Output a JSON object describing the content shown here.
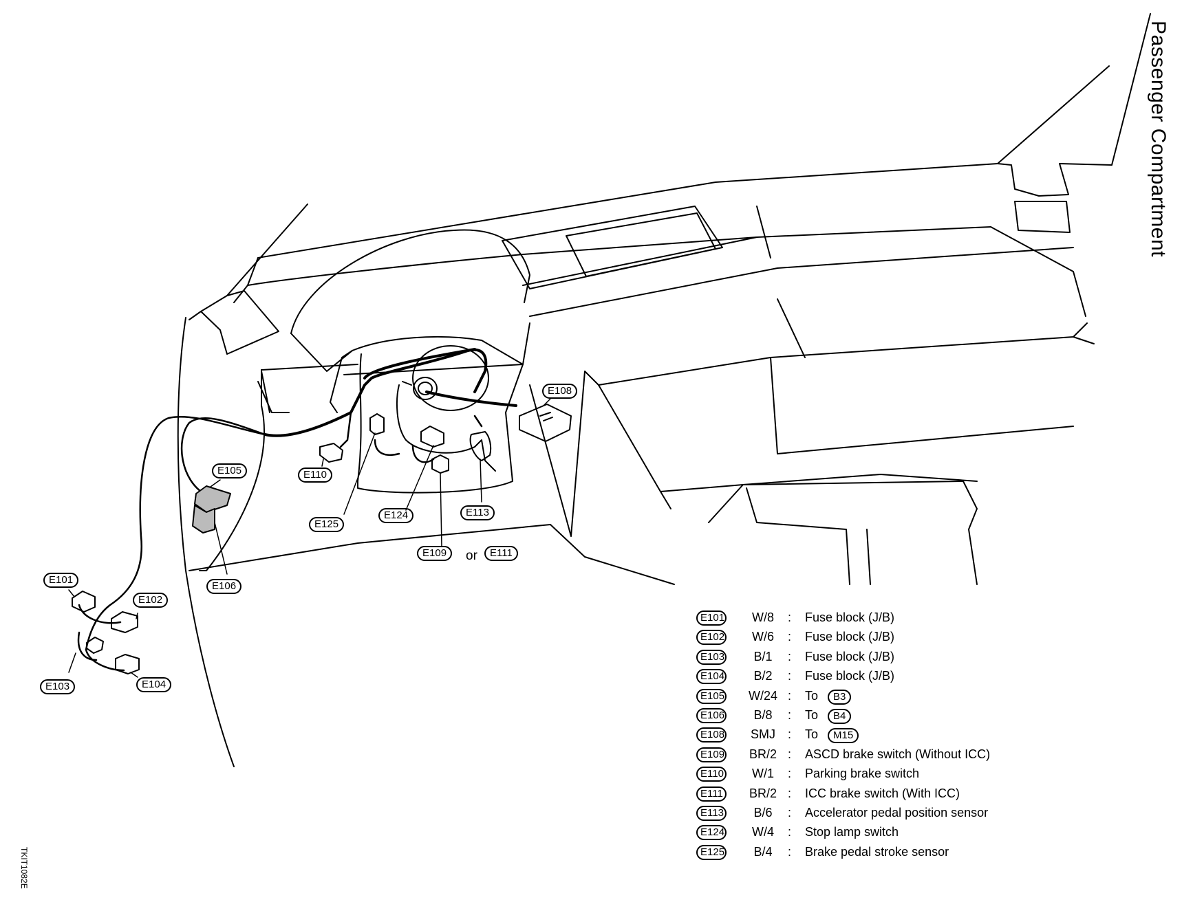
{
  "title": "Passenger Compartment",
  "figure_code": "TKIT1082E",
  "callouts": {
    "E101": "E101",
    "E102": "E102",
    "E103": "E103",
    "E104": "E104",
    "E105": "E105",
    "E106": "E106",
    "E108": "E108",
    "E109": "E109",
    "E110": "E110",
    "E111": "E111",
    "E113": "E113",
    "E124": "E124",
    "E125": "E125",
    "or": "or"
  },
  "legend": [
    {
      "id": "E101",
      "code": "W/8",
      "desc": "Fuse  block  (J/B)"
    },
    {
      "id": "E102",
      "code": "W/6",
      "desc": "Fuse  block  (J/B)"
    },
    {
      "id": "E103",
      "code": "B/1",
      "desc": "Fuse  block  (J/B)"
    },
    {
      "id": "E104",
      "code": "B/2",
      "desc": "Fuse  block  (J/B)"
    },
    {
      "id": "E105",
      "code": "W/24",
      "desc": "To",
      "ref": "B3"
    },
    {
      "id": "E106",
      "code": "B/8",
      "desc": "To",
      "ref": "B4"
    },
    {
      "id": "E108",
      "code": "SMJ",
      "desc": "To",
      "ref": "M15"
    },
    {
      "id": "E109",
      "code": "BR/2",
      "desc": "ASCD  brake  switch  (Without  ICC)"
    },
    {
      "id": "E110",
      "code": "W/1",
      "desc": "Parking  brake  switch"
    },
    {
      "id": "E111",
      "code": "BR/2",
      "desc": "ICC  brake  switch  (With  ICC)"
    },
    {
      "id": "E113",
      "code": "B/6",
      "desc": "Accelerator  pedal  position  sensor"
    },
    {
      "id": "E124",
      "code": "W/4",
      "desc": "Stop  lamp  switch"
    },
    {
      "id": "E125",
      "code": "B/4",
      "desc": "Brake  pedal  stroke  sensor"
    }
  ]
}
